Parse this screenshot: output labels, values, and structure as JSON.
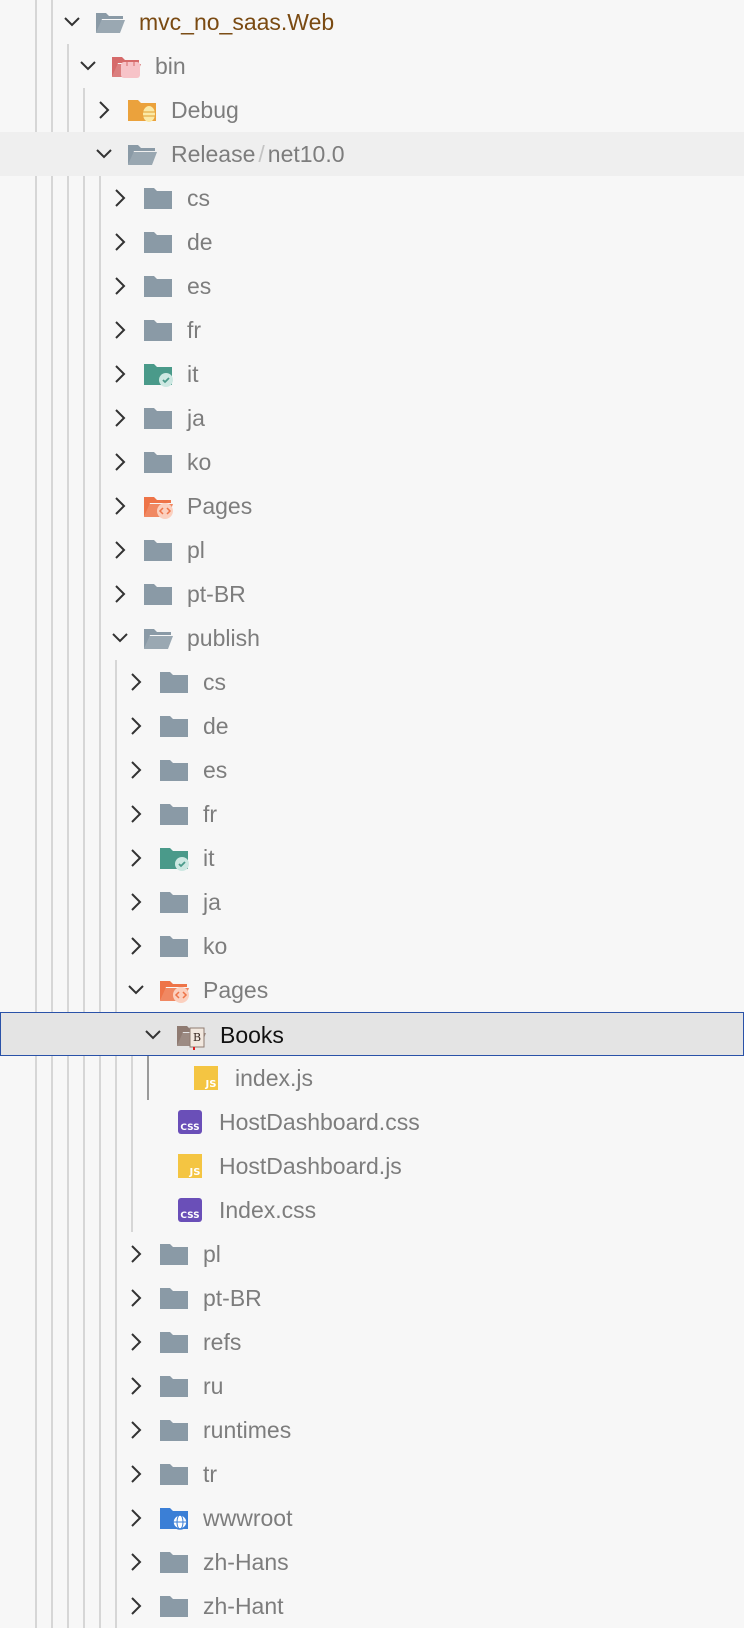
{
  "explorer": {
    "rows": [
      {
        "depth": 0,
        "label": "mvc_no_saas.Web",
        "type": "folder",
        "icon": "folder-open-icon",
        "color": "#8a9aa6",
        "expanded": true,
        "style": "root"
      },
      {
        "depth": 1,
        "label": "bin",
        "type": "folder",
        "icon": "bin-folder-icon",
        "color": "#d66a6a",
        "expanded": true
      },
      {
        "depth": 2,
        "label": "Debug",
        "type": "folder",
        "icon": "debug-folder-icon",
        "color": "#eba23c",
        "expanded": false
      },
      {
        "depth": 2,
        "label": "Release",
        "suffix": "net10.0",
        "separator": "/",
        "type": "folder",
        "icon": "folder-open-icon",
        "color": "#8a9aa6",
        "expanded": true,
        "style": "hover"
      },
      {
        "depth": 3,
        "label": "cs",
        "type": "folder",
        "icon": "folder-icon",
        "color": "#8a9aa6",
        "expanded": false
      },
      {
        "depth": 3,
        "label": "de",
        "type": "folder",
        "icon": "folder-icon",
        "color": "#8a9aa6",
        "expanded": false
      },
      {
        "depth": 3,
        "label": "es",
        "type": "folder",
        "icon": "folder-icon",
        "color": "#8a9aa6",
        "expanded": false
      },
      {
        "depth": 3,
        "label": "fr",
        "type": "folder",
        "icon": "folder-icon",
        "color": "#8a9aa6",
        "expanded": false
      },
      {
        "depth": 3,
        "label": "it",
        "type": "folder",
        "icon": "verified-folder-icon",
        "color": "#4a9a8a",
        "expanded": false
      },
      {
        "depth": 3,
        "label": "ja",
        "type": "folder",
        "icon": "folder-icon",
        "color": "#8a9aa6",
        "expanded": false
      },
      {
        "depth": 3,
        "label": "ko",
        "type": "folder",
        "icon": "folder-icon",
        "color": "#8a9aa6",
        "expanded": false
      },
      {
        "depth": 3,
        "label": "Pages",
        "type": "folder",
        "icon": "pages-folder-icon",
        "color": "#ee7448",
        "expanded": false
      },
      {
        "depth": 3,
        "label": "pl",
        "type": "folder",
        "icon": "folder-icon",
        "color": "#8a9aa6",
        "expanded": false
      },
      {
        "depth": 3,
        "label": "pt-BR",
        "type": "folder",
        "icon": "folder-icon",
        "color": "#8a9aa6",
        "expanded": false
      },
      {
        "depth": 3,
        "label": "publish",
        "type": "folder",
        "icon": "folder-open-icon",
        "color": "#8a9aa6",
        "expanded": true
      },
      {
        "depth": 4,
        "label": "cs",
        "type": "folder",
        "icon": "folder-icon",
        "color": "#8a9aa6",
        "expanded": false
      },
      {
        "depth": 4,
        "label": "de",
        "type": "folder",
        "icon": "folder-icon",
        "color": "#8a9aa6",
        "expanded": false
      },
      {
        "depth": 4,
        "label": "es",
        "type": "folder",
        "icon": "folder-icon",
        "color": "#8a9aa6",
        "expanded": false
      },
      {
        "depth": 4,
        "label": "fr",
        "type": "folder",
        "icon": "folder-icon",
        "color": "#8a9aa6",
        "expanded": false
      },
      {
        "depth": 4,
        "label": "it",
        "type": "folder",
        "icon": "verified-folder-icon",
        "color": "#4a9a8a",
        "expanded": false
      },
      {
        "depth": 4,
        "label": "ja",
        "type": "folder",
        "icon": "folder-icon",
        "color": "#8a9aa6",
        "expanded": false
      },
      {
        "depth": 4,
        "label": "ko",
        "type": "folder",
        "icon": "folder-icon",
        "color": "#8a9aa6",
        "expanded": false
      },
      {
        "depth": 4,
        "label": "Pages",
        "type": "folder",
        "icon": "pages-folder-icon",
        "color": "#ee7448",
        "expanded": true
      },
      {
        "depth": 5,
        "label": "Books",
        "type": "folder",
        "icon": "books-folder-icon",
        "color": "#8f7b72",
        "expanded": true,
        "style": "selected"
      },
      {
        "depth": 6,
        "label": "index.js",
        "type": "file",
        "icon": "js-file-icon",
        "color": "#f4c542"
      },
      {
        "depth": 5,
        "label": "HostDashboard.css",
        "type": "file",
        "icon": "css-file-icon",
        "color": "#6a4fb8"
      },
      {
        "depth": 5,
        "label": "HostDashboard.js",
        "type": "file",
        "icon": "js-file-icon",
        "color": "#f4c542"
      },
      {
        "depth": 5,
        "label": "Index.css",
        "type": "file",
        "icon": "css-file-icon",
        "color": "#6a4fb8"
      },
      {
        "depth": 4,
        "label": "pl",
        "type": "folder",
        "icon": "folder-icon",
        "color": "#8a9aa6",
        "expanded": false
      },
      {
        "depth": 4,
        "label": "pt-BR",
        "type": "folder",
        "icon": "folder-icon",
        "color": "#8a9aa6",
        "expanded": false
      },
      {
        "depth": 4,
        "label": "refs",
        "type": "folder",
        "icon": "folder-icon",
        "color": "#8a9aa6",
        "expanded": false
      },
      {
        "depth": 4,
        "label": "ru",
        "type": "folder",
        "icon": "folder-icon",
        "color": "#8a9aa6",
        "expanded": false
      },
      {
        "depth": 4,
        "label": "runtimes",
        "type": "folder",
        "icon": "folder-icon",
        "color": "#8a9aa6",
        "expanded": false
      },
      {
        "depth": 4,
        "label": "tr",
        "type": "folder",
        "icon": "folder-icon",
        "color": "#8a9aa6",
        "expanded": false
      },
      {
        "depth": 4,
        "label": "wwwroot",
        "type": "folder",
        "icon": "web-folder-icon",
        "color": "#3b7fd6",
        "expanded": false
      },
      {
        "depth": 4,
        "label": "zh-Hans",
        "type": "folder",
        "icon": "folder-icon",
        "color": "#8a9aa6",
        "expanded": false
      },
      {
        "depth": 4,
        "label": "zh-Hant",
        "type": "folder",
        "icon": "folder-icon",
        "color": "#8a9aa6",
        "expanded": false
      }
    ],
    "badges": {
      "js": "JS",
      "css": "CSS",
      "books": "B"
    }
  }
}
